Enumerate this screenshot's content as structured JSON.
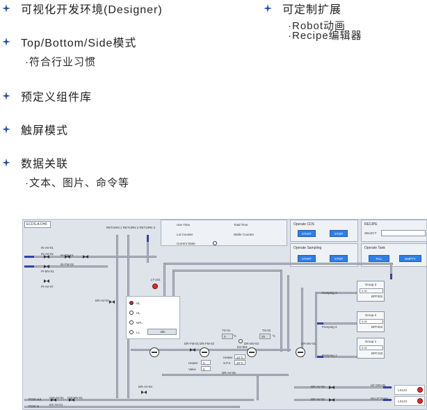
{
  "features": {
    "left": [
      {
        "label": "可视化开发环境(Designer)"
      },
      {
        "label": "Top/Bottom/Side模式",
        "sub": "·符合行业习惯"
      },
      {
        "label": "预定义组件库"
      },
      {
        "label": "触屏模式"
      },
      {
        "label": "数据关联",
        "sub": "·文本、图片、命令等"
      }
    ],
    "right": [
      {
        "label": "可定制扩展",
        "subs": [
          "·Robot动画",
          "·Recipe编辑器"
        ]
      }
    ]
  },
  "hmi": {
    "title": "ECDS-A DHF",
    "return_tags": "RETURN 1 RETURN 2 RETURN 3",
    "info": {
      "use_time": "Use Time",
      "total_time": "Total Time",
      "lot_counter": "Lot Counter",
      "wafer_counter": "Wafer Counter",
      "current_state": "Current State"
    },
    "operate_cds": {
      "title": "Operate CDS",
      "start": "START",
      "stop": "STOP"
    },
    "operate_sampling": {
      "title": "Operate Sampling",
      "start": "START",
      "stop": "STOP"
    },
    "recipe": {
      "title": "RECIPE",
      "select": "SELECT"
    },
    "operate_tank": {
      "title": "Operate Tank",
      "fill": "FILL",
      "empty": "EMPTY"
    },
    "popup": {
      "options": [
        "HL",
        "HL",
        "NPL",
        "LL"
      ],
      "button": "Idle",
      "tag": "LT-101"
    },
    "groups": [
      {
        "title": "Group 3",
        "value": "0.00",
        "unit": "bar",
        "tag": "BPF302"
      },
      {
        "title": "Group 2",
        "value": "0.00",
        "unit": "bar",
        "tag": "BPF202"
      },
      {
        "title": "Group 1",
        "value": "0.00",
        "unit": "bar",
        "tag": "BPF102"
      }
    ],
    "pumping": [
      "Pumping 3",
      "Pumping 2",
      "Pumping 1"
    ],
    "temps": {
      "ts01": "TS-01",
      "ts02": "TS-02",
      "ts01_val": "0",
      "ts02_val": "25",
      "unit": "°C",
      "heater": "Heater",
      "heater_val": "23°C",
      "sp": "S.P.s",
      "sp_val": "20°C",
      "es": "ES-901"
    },
    "motor": {
      "label1": "Heater",
      "label2": "Valve",
      "val1": "0",
      "val2": "0"
    },
    "bottom": {
      "pcw_out": "PCW out",
      "pcw_in": "PCW in",
      "hf_drain": "HF DRAIN",
      "dilut_drain": "DILUT Drain"
    },
    "alarms": [
      {
        "tag": "LS122"
      },
      {
        "tag": "LS123"
      }
    ],
    "valve_tags": [
      "IN-AV-01",
      "IN-AV-02",
      "IN-FM-01",
      "IN-FM-02",
      "PI-MV-01",
      "PI-AV-07",
      "DR-AV-01",
      "DR-AV-04",
      "DR-AV-03",
      "DR-AV-02",
      "DR-AV-05",
      "DR-MV-01",
      "DR-FM-01",
      "DR-FM-02",
      "DR-MV-03",
      "CW-AV-01",
      "CW-MV-01",
      "EX-AV-01"
    ]
  }
}
